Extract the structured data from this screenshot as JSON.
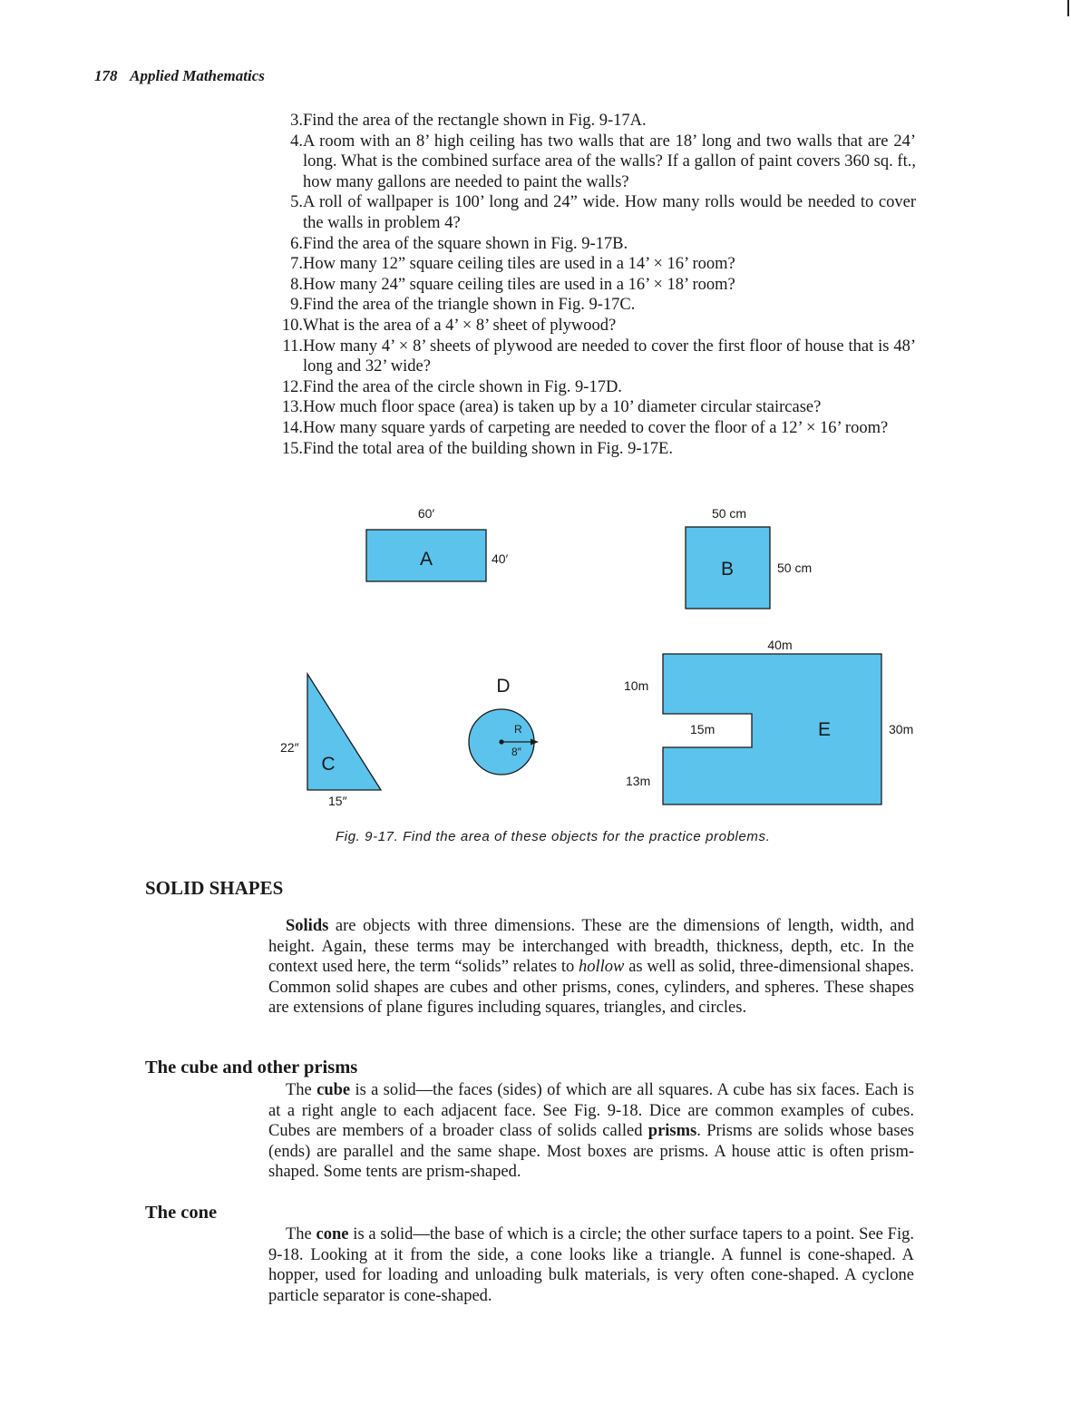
{
  "header": {
    "page_number": "178",
    "running_title": "Applied Mathematics"
  },
  "problems": [
    {
      "num": "3.",
      "text": "Find the area of the rectangle shown in Fig. 9-17A."
    },
    {
      "num": "4.",
      "text": "A room with an 8’ high ceiling has two walls that are 18’ long and two walls that are 24’ long. What is the combined surface area of the walls? If a gallon of paint covers 360 sq. ft., how many gallons are needed to paint the walls?"
    },
    {
      "num": "5.",
      "text": "A roll of wallpaper is 100’ long and 24” wide. How many rolls would be needed to cover the walls in problem 4?"
    },
    {
      "num": "6.",
      "text": "Find the area of the square shown in Fig. 9-17B."
    },
    {
      "num": "7.",
      "text": "How many 12” square ceiling tiles are used in a 14’ × 16’ room?"
    },
    {
      "num": "8.",
      "text": "How many 24” square ceiling tiles are used in a 16’ × 18’ room?"
    },
    {
      "num": "9.",
      "text": "Find the area of the triangle shown in Fig. 9-17C."
    },
    {
      "num": "10.",
      "text": "What is the area of a 4’ × 8’ sheet of plywood?"
    },
    {
      "num": "11.",
      "text": "How many 4’ × 8’ sheets of plywood are needed to cover the first floor of house that is 48’ long and 32’ wide?"
    },
    {
      "num": "12.",
      "text": "Find the area of the circle shown in Fig. 9-17D."
    },
    {
      "num": "13.",
      "text": "How much floor space (area) is taken up by a 10’ diameter circular staircase?"
    },
    {
      "num": "14.",
      "text": "How many square yards of carpeting are needed to cover the floor of a 12’ × 16’ room?"
    },
    {
      "num": "15.",
      "text": "Find the total area of the building shown in Fig. 9-17E."
    }
  ],
  "figure": {
    "fill_color": "#5bc3ec",
    "A": {
      "letter": "A",
      "width_label": "60′",
      "height_label": "40′"
    },
    "B": {
      "letter": "B",
      "width_label": "50 cm",
      "height_label": "50 cm"
    },
    "C": {
      "letter": "C",
      "height_label": "22″",
      "base_label": "15″"
    },
    "D": {
      "letter": "D",
      "radius_letter": "R",
      "radius_label": "8″"
    },
    "E": {
      "letter": "E",
      "width_label": "40m",
      "height_label": "30m",
      "top_label": "10m",
      "notch_label": "15m",
      "bottom_label": "13m"
    },
    "caption": "Fig. 9-17. Find the area of these objects for the practice problems."
  },
  "solid_shapes": {
    "heading": "SOLID SHAPES",
    "term": "Solids",
    "p1": " are objects with three dimensions. These are the dimensions of length, width, and height. Again, these terms may be interchanged with breadth, thickness, depth, etc. In the context used here, the term “solids” relates to ",
    "em": "hollow",
    "p2": " as well as solid, three-dimensional shapes. Common solid shapes are cubes and other prisms, cones, cylinders, and spheres. These shapes are extensions of plane figures including squares, triangles, and circles."
  },
  "cube": {
    "heading": "The cube and other prisms",
    "t0": "The ",
    "b1": "cube",
    "t1": " is a solid—the faces (sides) of which are all squares. A cube has six faces. Each is at a right angle to each adjacent face. See Fig. 9-18. Dice are common examples of cubes. Cubes are members of a broader class of solids called ",
    "b2": "prisms",
    "t2": ". Prisms are solids whose bases (ends) are parallel and the same shape. Most boxes are prisms. A house attic is often prism-shaped. Some tents are prism-shaped."
  },
  "cone": {
    "heading": "The cone",
    "t0": "The ",
    "b1": "cone",
    "t1": " is a solid—the base of which is a circle; the other surface tapers to a point. See Fig. 9-18. Looking at it from the side, a cone looks like a triangle. A funnel is cone-shaped. A hopper, used for loading and unloading bulk materials, is very often cone-shaped. A cyclone particle separator is cone-shaped."
  }
}
